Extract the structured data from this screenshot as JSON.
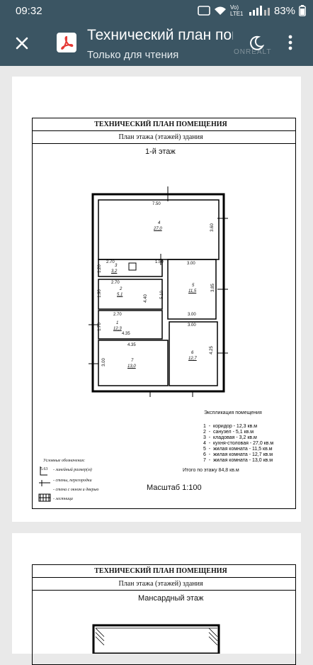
{
  "status": {
    "time": "09:32",
    "network": "Vo) LTE1",
    "battery": "83%"
  },
  "app": {
    "title": "Технический план помещения",
    "subtitle": "Только для чтения",
    "watermark": "ONREALT"
  },
  "doc": {
    "header": "ТЕХНИЧЕСКИЙ ПЛАН ПОМЕЩЕНИЯ",
    "subheader": "План этажа (этажей) здания",
    "floor1": "1-й этаж",
    "explication_title": "Экспликация помещения",
    "explication": [
      "1  -  коридор - 12,3 кв.м",
      "2  -  санузел - 5,1 кв.м",
      "3  -  кладовая - 3,2 кв.м",
      "4  -  кухня-столовая - 27,0 кв.м",
      "5  -  жилая комната - 11,5 кв.м",
      "6  -  жилая комната - 12,7 кв.м",
      "7  -  жилая комната - 13,0 кв.м"
    ],
    "total": "Итого по этажу 84,8 кв.м",
    "scale": "Масштаб 1:100",
    "legend_title": "Условные обозначения:",
    "legend": [
      "- линейный размер(м)",
      "- стены, перегородки",
      "- стена с окном и дверью",
      "- лестница"
    ],
    "legend_sample": "5.63",
    "page2_header": "ТЕХНИЧЕСКИЙ ПЛАН ПОМЕЩЕНИЯ",
    "page2_subheader": "План этажа (этажей) здания",
    "page2_floor": "Мансардный этаж",
    "dims": {
      "d750": "7.50",
      "d360": "3.60",
      "d150": "1.50",
      "d270a": "2.70",
      "d120": "1.20",
      "d270b": "2.70",
      "d190": "1.90",
      "d440": "4.40",
      "d510": "5.10",
      "d300a": "3.00",
      "d385": "3.85",
      "d300b": "3.00",
      "d270c": "2.70",
      "d170": "1.70",
      "d435": "4.35",
      "d300c": "3.00",
      "d425": "4.25",
      "d435b": "4.35",
      "d300d": "3.00"
    },
    "rooms": {
      "r4n": "4",
      "r4a": "27,0",
      "r3n": "3",
      "r3a": "3,2",
      "r2n": "2",
      "r2a": "5,1",
      "r1n": "1",
      "r1a": "12,3",
      "r5n": "5",
      "r5a": "11,5",
      "r6n": "6",
      "r6a": "12,7",
      "r7n": "7",
      "r7a": "13,0"
    }
  }
}
